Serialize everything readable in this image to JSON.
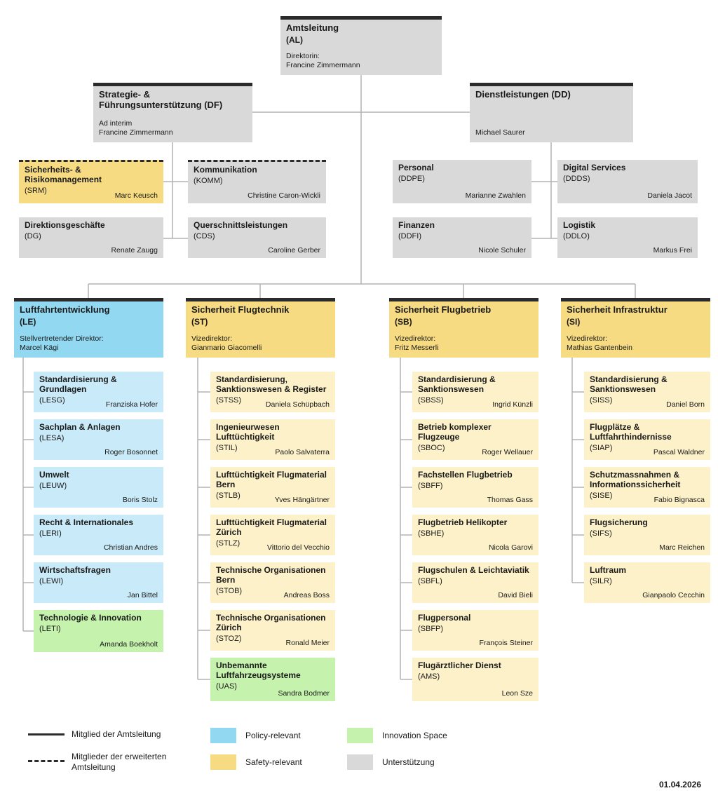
{
  "meta": {
    "date": "01.04.2026"
  },
  "colors": {
    "support_gray": "#d9d9d9",
    "policy_blue": "#92d8f0",
    "policy_blue_light": "#c9eaf8",
    "safety_yellow": "#f6db82",
    "safety_yellow_light": "#fdf1c9",
    "innovation_green": "#c5f2ad",
    "member_line": "#2b2b2b",
    "connector_gray": "#b3b3b3"
  },
  "root": {
    "title": "Amtsleitung",
    "code": "(AL)",
    "role": "Direktorin:",
    "person": "Francine Zimmermann"
  },
  "staff_top": [
    {
      "title": "Strategie- & Führungsunterstützung (DF)",
      "role": "Ad interim",
      "person": "Francine Zimmermann"
    },
    {
      "title": "Dienstleistungen (DD)",
      "role": "",
      "person": "Michael Saurer"
    }
  ],
  "staff_units": [
    {
      "title": "Sicherheits- & Risikomanagement",
      "code": "(SRM)",
      "person": "Marc Keusch"
    },
    {
      "title": "Kommunikation",
      "code": "(KOMM)",
      "person": "Christine Caron-Wickli"
    },
    {
      "title": "Personal",
      "code": "(DDPE)",
      "person": "Marianne Zwahlen"
    },
    {
      "title": "Digital Services",
      "code": "(DDDS)",
      "person": "Daniela Jacot"
    },
    {
      "title": "Direktionsgeschäfte",
      "code": "(DG)",
      "person": "Renate Zaugg"
    },
    {
      "title": "Querschnittsleistungen",
      "code": "(CDS)",
      "person": "Caroline Gerber"
    },
    {
      "title": "Finanzen",
      "code": "(DDFI)",
      "person": "Nicole Schuler"
    },
    {
      "title": "Logistik",
      "code": "(DDLO)",
      "person": "Markus Frei"
    }
  ],
  "divisions": [
    {
      "title": "Luftfahrtentwicklung",
      "code": "(LE)",
      "role": "Stellvertretender Direktor:",
      "person": "Marcel Kägi",
      "units": [
        {
          "title": "Standardisierung & Grundlagen",
          "code": "(LESG)",
          "person": "Franziska Hofer"
        },
        {
          "title": "Sachplan & Anlagen",
          "code": "(LESA)",
          "person": "Roger Bosonnet"
        },
        {
          "title": "Umwelt",
          "code": "(LEUW)",
          "person": "Boris Stolz"
        },
        {
          "title": "Recht & Internationales",
          "code": "(LERI)",
          "person": "Christian Andres"
        },
        {
          "title": "Wirtschaftsfragen",
          "code": "(LEWI)",
          "person": "Jan Bittel"
        },
        {
          "title": "Technologie & Innovation",
          "code": "(LETI)",
          "person": "Amanda Boekholt"
        }
      ]
    },
    {
      "title": "Sicherheit Flugtechnik",
      "code": "(ST)",
      "role": "Vizedirektor:",
      "person": "Gianmario Giacomelli",
      "units": [
        {
          "title": "Standardisierung, Sanktionswesen & Register",
          "code": "(STSS)",
          "person": "Daniela Schüpbach"
        },
        {
          "title": "Ingenieurwesen Lufttüchtigkeit",
          "code": "(STIL)",
          "person": "Paolo Salvaterra"
        },
        {
          "title": "Lufttüchtigkeit Flugmaterial Bern",
          "code": "(STLB)",
          "person": "Yves Hängärtner"
        },
        {
          "title": "Lufttüchtigkeit Flugmaterial Zürich",
          "code": "(STLZ)",
          "person": "Vittorio del Vecchio"
        },
        {
          "title": "Technische Organisationen Bern",
          "code": "(STOB)",
          "person": "Andreas Boss"
        },
        {
          "title": "Technische Organisationen Zürich",
          "code": "(STOZ)",
          "person": "Ronald Meier"
        },
        {
          "title": "Unbemannte Luftfahrzeugsysteme",
          "code": "(UAS)",
          "person": "Sandra Bodmer"
        }
      ]
    },
    {
      "title": "Sicherheit Flugbetrieb",
      "code": "(SB)",
      "role": "Vizedirektor:",
      "person": "Fritz Messerli",
      "units": [
        {
          "title": "Standardisierung & Sanktionswesen",
          "code": "(SBSS)",
          "person": "Ingrid Künzli"
        },
        {
          "title": "Betrieb komplexer Flugzeuge",
          "code": "(SBOC)",
          "person": "Roger Wellauer"
        },
        {
          "title": "Fachstellen Flugbetrieb",
          "code": "(SBFF)",
          "person": "Thomas Gass"
        },
        {
          "title": "Flugbetrieb Helikopter",
          "code": "(SBHE)",
          "person": "Nicola Garovi"
        },
        {
          "title": "Flugschulen & Leichtaviatik",
          "code": "(SBFL)",
          "person": "David Bieli"
        },
        {
          "title": "Flugpersonal",
          "code": "(SBFP)",
          "person": "François Steiner"
        },
        {
          "title": "Flugärztlicher Dienst",
          "code": "(AMS)",
          "person": "Leon Sze"
        }
      ]
    },
    {
      "title": "Sicherheit Infrastruktur",
      "code": "(SI)",
      "role": "Vizedirektor:",
      "person": "Mathias Gantenbein",
      "units": [
        {
          "title": "Standardisierung & Sanktionswesen",
          "code": "(SISS)",
          "person": "Daniel Born"
        },
        {
          "title": "Flugplätze & Luftfahrthindernisse",
          "code": "(SIAP)",
          "person": "Pascal Waldner"
        },
        {
          "title": "Schutzmassnahmen & Informationssicherheit",
          "code": "(SISE)",
          "person": "Fabio Bignasca"
        },
        {
          "title": "Flugsicherung",
          "code": "(SIFS)",
          "person": "Marc Reichen"
        },
        {
          "title": "Luftraum",
          "code": "(SILR)",
          "person": "Gianpaolo Cecchin"
        }
      ]
    }
  ],
  "legend": {
    "solid_label": "Mitglied der Amtsleitung",
    "dashed_label": "Mitglieder der erweiterten Amtsleitung",
    "policy_label": "Policy-relevant",
    "safety_label": "Safety-relevant",
    "innovation_label": "Innovation Space",
    "support_label": "Unterstützung"
  }
}
